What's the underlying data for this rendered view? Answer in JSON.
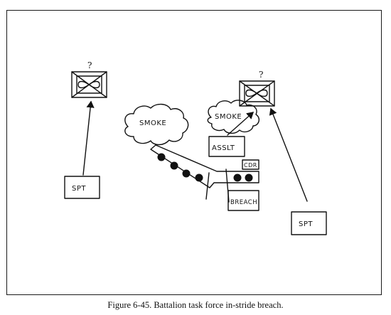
{
  "diagram": {
    "obstacles": [
      {
        "id": "left",
        "question_mark": "?"
      },
      {
        "id": "right",
        "question_mark": "?"
      }
    ],
    "smoke_labels": [
      "SMOKE",
      "SMOKE"
    ],
    "units": {
      "support_left": "SPT",
      "support_right": "SPT",
      "assault": "ASSLT",
      "commander": "CDR",
      "breach": "BREACH"
    }
  },
  "caption": "Figure 6-45. Battalion task force in-stride breach."
}
